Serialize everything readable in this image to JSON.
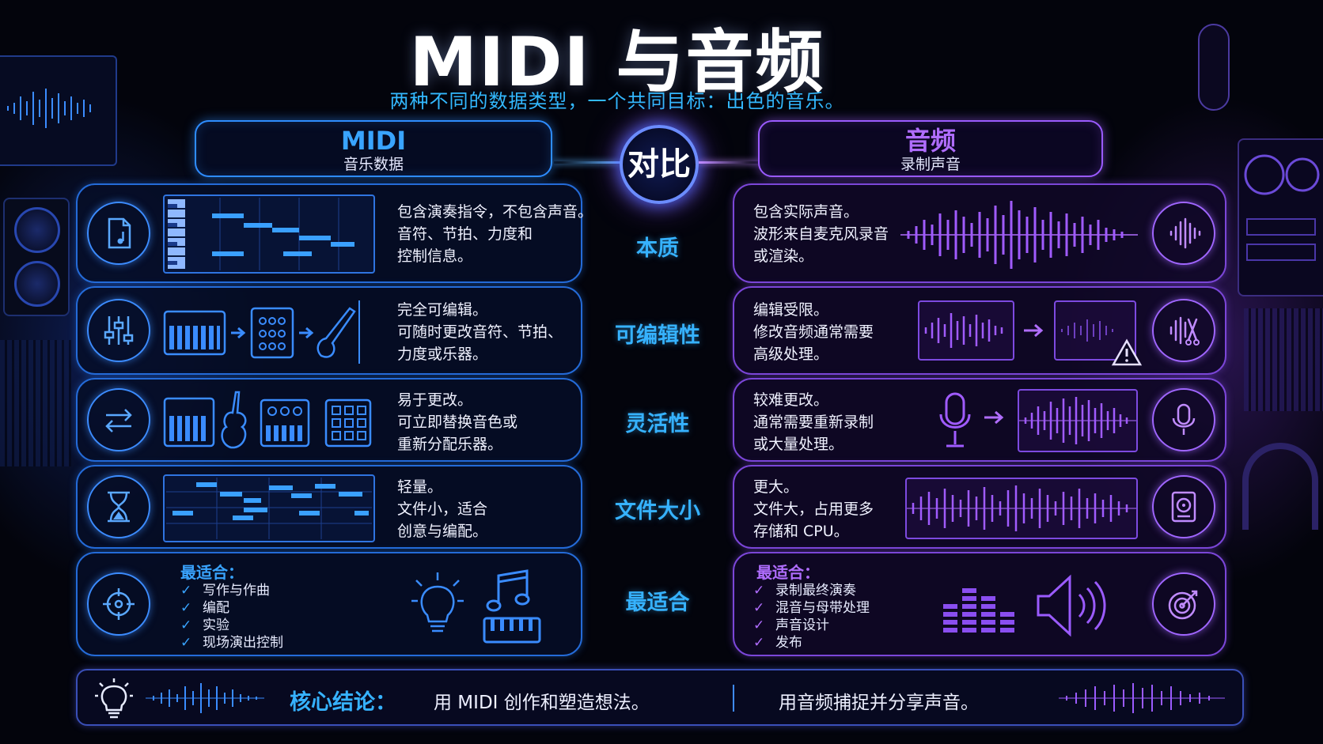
{
  "header": {
    "title": "MIDI 与音频",
    "subtitle": "两种不同的数据类型，一个共同目标：出色的音乐。"
  },
  "midi": {
    "title": "MIDI",
    "subtitle": "音乐数据",
    "accent": "#2e8dff"
  },
  "audio": {
    "title": "音频",
    "subtitle": "录制声音",
    "accent": "#9b5bff"
  },
  "vs_label": "对比",
  "rows": [
    {
      "category": "本质",
      "midi_icon": "midi-file-icon",
      "audio_icon": "waveform-icon",
      "midi_lines": [
        "包含演奏指令，不包含声音。",
        "音符、节拍、力度和",
        "控制信息。"
      ],
      "audio_lines": [
        "包含实际声音。",
        "波形来自麦克风录音",
        "或渲染。"
      ]
    },
    {
      "category": "可编辑性",
      "midi_icon": "sliders-icon",
      "audio_icon": "waveform-cut-icon",
      "midi_lines": [
        "完全可编辑。",
        "可随时更改音符、节拍、",
        "力度或乐器。"
      ],
      "audio_lines": [
        "编辑受限。",
        "修改音频通常需要",
        "高级处理。"
      ]
    },
    {
      "category": "灵活性",
      "midi_icon": "swap-arrows-icon",
      "audio_icon": "microphone-icon",
      "midi_lines": [
        "易于更改。",
        "可立即替换音色或",
        "重新分配乐器。"
      ],
      "audio_lines": [
        "较难更改。",
        "通常需要重新录制",
        "或大量处理。"
      ]
    },
    {
      "category": "文件大小",
      "midi_icon": "hourglass-icon",
      "audio_icon": "hard-drive-icon",
      "midi_lines": [
        "轻量。",
        "文件小，适合",
        "创意与编配。"
      ],
      "audio_lines": [
        "更大。",
        "文件大，占用更多",
        "存储和 CPU。"
      ]
    }
  ],
  "best_for": {
    "category": "最适合",
    "midi_heading": "最适合：",
    "midi_items": [
      "写作与作曲",
      "编配",
      "实验",
      "现场演出控制"
    ],
    "audio_heading": "最适合：",
    "audio_items": [
      "录制最终演奏",
      "混音与母带处理",
      "声音设计",
      "发布"
    ],
    "midi_icon": "crosshair-icon",
    "audio_icon": "target-icon"
  },
  "conclusion": {
    "label": "核心结论：",
    "midi_text": "用 MIDI 创作和塑造想法。",
    "audio_text": "用音频捕捉并分享声音。",
    "icon": "lightbulb-icon"
  }
}
